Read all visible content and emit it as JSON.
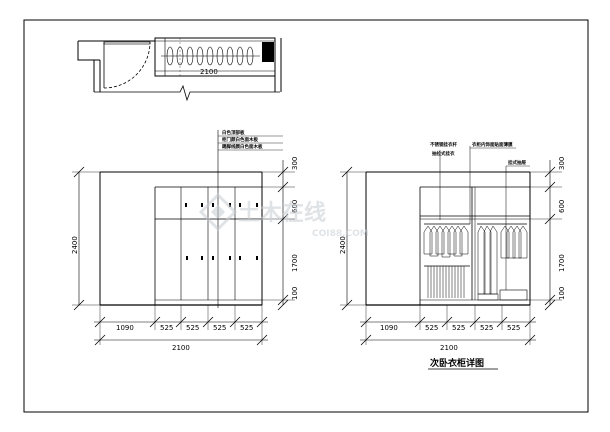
{
  "plan": {
    "width_label": "2100"
  },
  "elevation_left": {
    "height_total": "2400",
    "height_segments": [
      "300",
      "600",
      "1700",
      "100"
    ],
    "bottom_dims": [
      "1090",
      "525",
      "525",
      "525",
      "525"
    ],
    "total_width": "2100",
    "notes": [
      "白色顶部板",
      "柜门颜白色面木板",
      "踢脚线颜白色面木板"
    ]
  },
  "elevation_right": {
    "height_total": "2400",
    "height_segments": [
      "300",
      "600",
      "1700",
      "100"
    ],
    "bottom_dims": [
      "1090",
      "525",
      "525",
      "525",
      "525"
    ],
    "total_width": "2100",
    "notes": [
      "不锈钢挂衣杆",
      "抽拉式挂衣",
      "衣柜内饰面贴面薄膜",
      "挂式抽屉"
    ]
  },
  "drawing_title": "次卧衣柜详图",
  "watermark": {
    "brand": "土木在线",
    "url": "COI88.COM"
  }
}
